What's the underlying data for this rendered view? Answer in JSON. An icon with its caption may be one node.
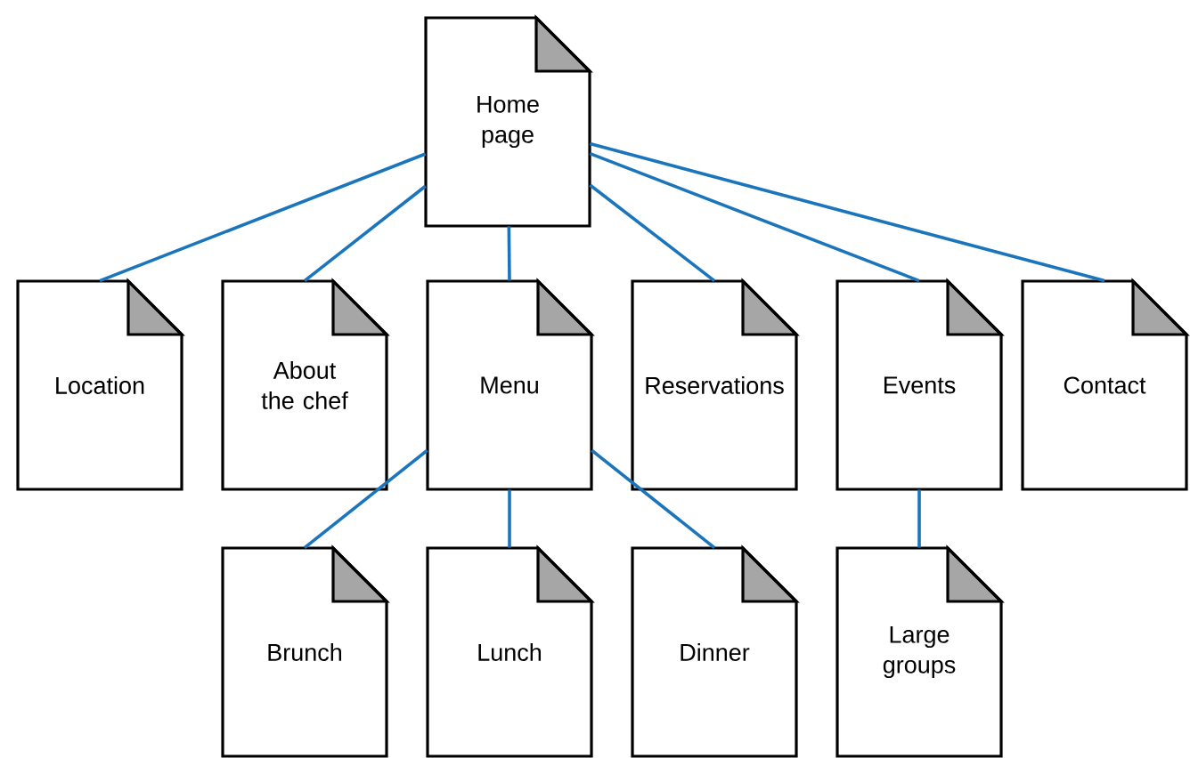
{
  "diagram": {
    "nodes": [
      {
        "text": [
          "Home page"
        ]
      },
      {
        "text": [
          "Location"
        ]
      },
      {
        "text": [
          "About the chef"
        ]
      },
      {
        "text": [
          "Menu"
        ]
      },
      {
        "text": [
          "Reservations"
        ]
      },
      {
        "text": [
          "Events"
        ]
      },
      {
        "text": [
          "Contact"
        ]
      },
      {
        "text": [
          "Brunch"
        ]
      },
      {
        "text": [
          "Lunch"
        ]
      },
      {
        "text": [
          "Dinner"
        ]
      },
      {
        "text": [
          "Large groups"
        ]
      }
    ],
    "edges": [
      {
        "from": 0,
        "to": 1,
        "arrow": "none"
      },
      {
        "from": 0,
        "to": 2,
        "arrow": "none"
      },
      {
        "from": 0,
        "to": 3,
        "arrow": "none"
      },
      {
        "from": 0,
        "to": 4,
        "arrow": "none"
      },
      {
        "from": 0,
        "to": 5,
        "arrow": "none"
      },
      {
        "from": 0,
        "to": 6,
        "arrow": "none"
      },
      {
        "from": 3,
        "to": 7,
        "arrow": "none"
      },
      {
        "from": 3,
        "to": 8,
        "arrow": "none"
      },
      {
        "from": 3,
        "to": 9,
        "arrow": "none"
      },
      {
        "from": 5,
        "to": 10,
        "arrow": "none"
      }
    ]
  }
}
